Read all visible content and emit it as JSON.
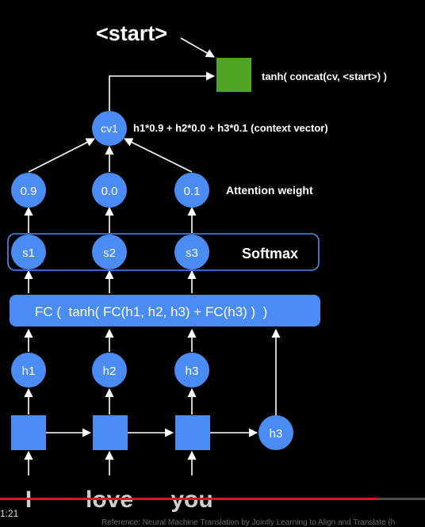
{
  "top_token": "<start>",
  "output_annotation": "tanh( concat(cv, <start>) )",
  "context_node": "cv1",
  "context_annotation": "h1*0.9 + h2*0.0 + h3*0.1 (context vector)",
  "weights": [
    "0.9",
    "0.0",
    "0.1"
  ],
  "weights_annotation": "Attention weight",
  "scores": [
    "s1",
    "s2",
    "s3"
  ],
  "softmax_label": "Softmax",
  "fc_label": "FC (  tanh( FC(h1, h2, h3) + FC(h3) )  )",
  "hidden": [
    "h1",
    "h2",
    "h3"
  ],
  "last_hidden": "h3",
  "input_words": [
    "I",
    "love",
    "you"
  ],
  "player": {
    "time": "1:21",
    "progress_percent": 89
  },
  "reference": "Reference: Neural Machine Translation by Jointly Learning to Align and Translate (h",
  "colors": {
    "node": "#4a8cf4",
    "output": "#4fa523",
    "arrow": "#ffffff"
  }
}
